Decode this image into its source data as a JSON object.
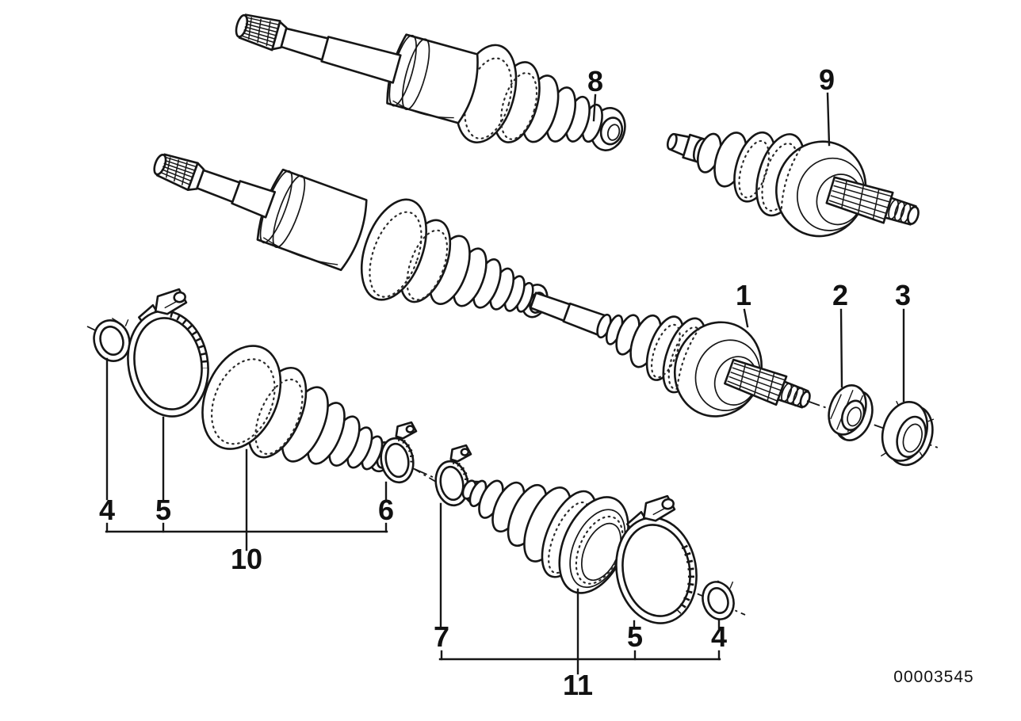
{
  "figure": {
    "part_number": "00003545",
    "callouts": [
      {
        "label": "8"
      },
      {
        "label": "9"
      },
      {
        "label": "1"
      },
      {
        "label": "2"
      },
      {
        "label": "3"
      },
      {
        "label": "4"
      },
      {
        "label": "5"
      },
      {
        "label": "6"
      },
      {
        "label": "10"
      },
      {
        "label": "7"
      },
      {
        "label": "5"
      },
      {
        "label": "4"
      },
      {
        "label": "11"
      }
    ],
    "colors": {
      "line": "#161616",
      "background": "#ffffff"
    }
  }
}
